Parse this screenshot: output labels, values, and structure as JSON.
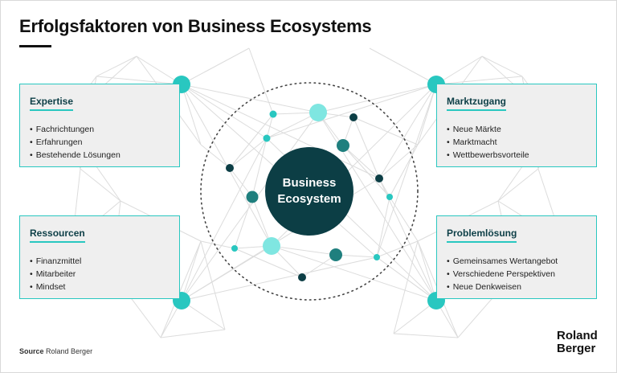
{
  "title": "Erfolgsfaktoren von Business Ecosystems",
  "hub": {
    "line1": "Business",
    "line2": "Ecosystem"
  },
  "cards": {
    "expertise": {
      "heading": "Expertise",
      "items": [
        "Fachrichtungen",
        "Erfahrungen",
        "Bestehende Lösungen"
      ]
    },
    "marktzugang": {
      "heading": "Marktzugang",
      "items": [
        "Neue Märkte",
        "Marktmacht",
        "Wettbewerbsvorteile"
      ]
    },
    "ressourcen": {
      "heading": "Ressourcen",
      "items": [
        "Finanzmittel",
        "Mitarbeiter",
        "Mindset"
      ]
    },
    "problemloesung": {
      "heading": "Problemlösung",
      "items": [
        "Gemeinsames Wertangebot",
        "Verschiedene Perspektiven",
        "Neue Denkweisen"
      ]
    }
  },
  "source": {
    "label": "Source",
    "text": "Roland Berger"
  },
  "logo": {
    "line1": "Roland",
    "line2": "Berger"
  },
  "colors": {
    "teal": "#29c7c0",
    "dark": "#0c3e45",
    "mid": "#1f7f7e",
    "light": "#7fe6e1",
    "card_bg": "#efefef"
  }
}
